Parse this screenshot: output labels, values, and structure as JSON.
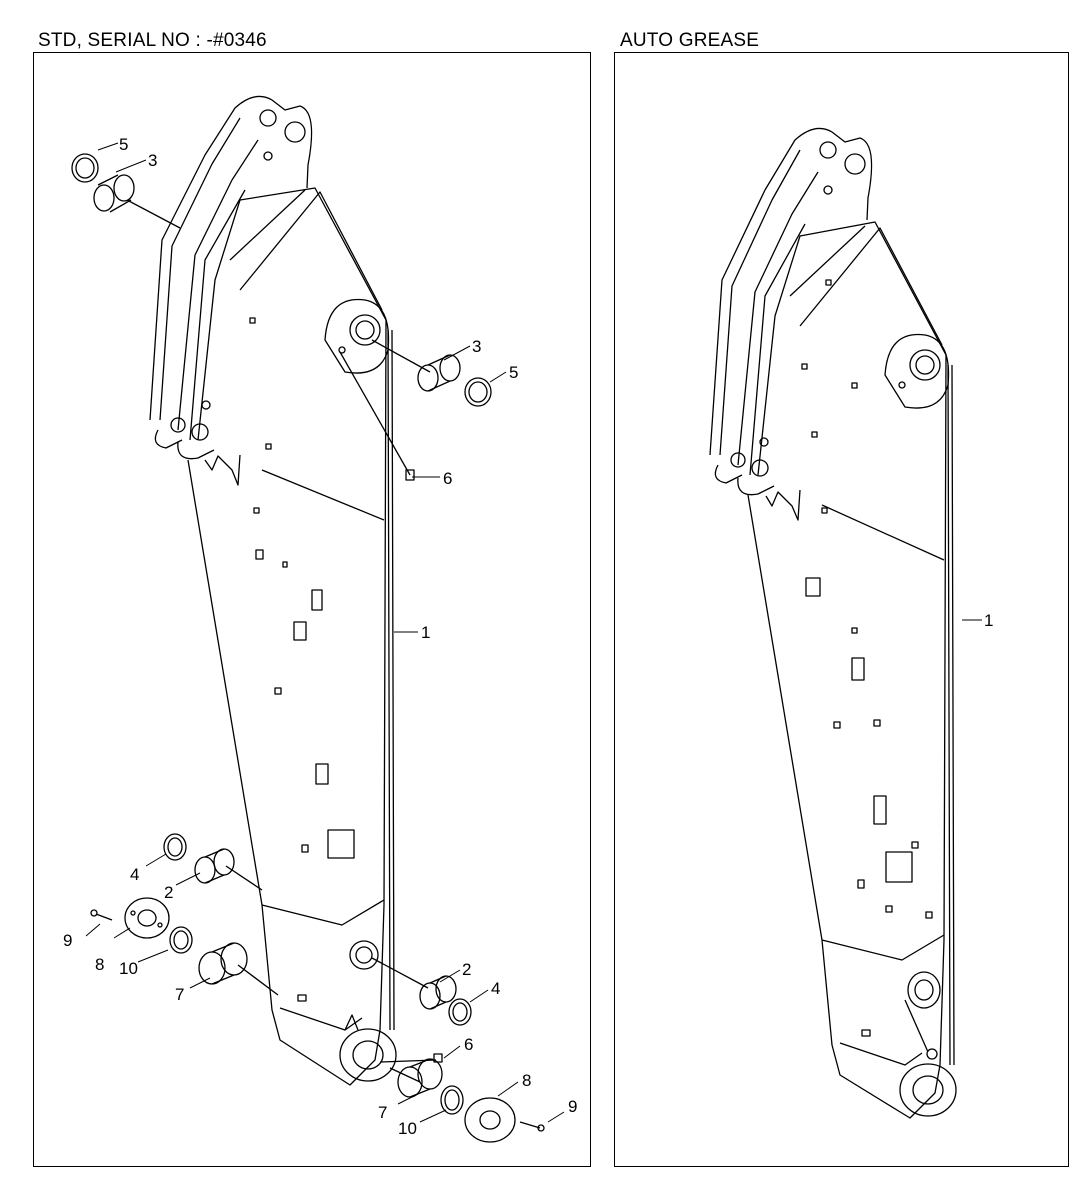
{
  "panels": [
    {
      "title": "STD, SERIAL NO : -#0346",
      "callouts": [
        "1",
        "2",
        "2",
        "3",
        "3",
        "4",
        "4",
        "5",
        "5",
        "6",
        "6",
        "7",
        "7",
        "8",
        "8",
        "9",
        "9",
        "10",
        "10"
      ]
    },
    {
      "title": "AUTO GREASE",
      "callouts": [
        "1"
      ]
    }
  ],
  "colors": {
    "line": "#000000",
    "background": "#ffffff"
  }
}
